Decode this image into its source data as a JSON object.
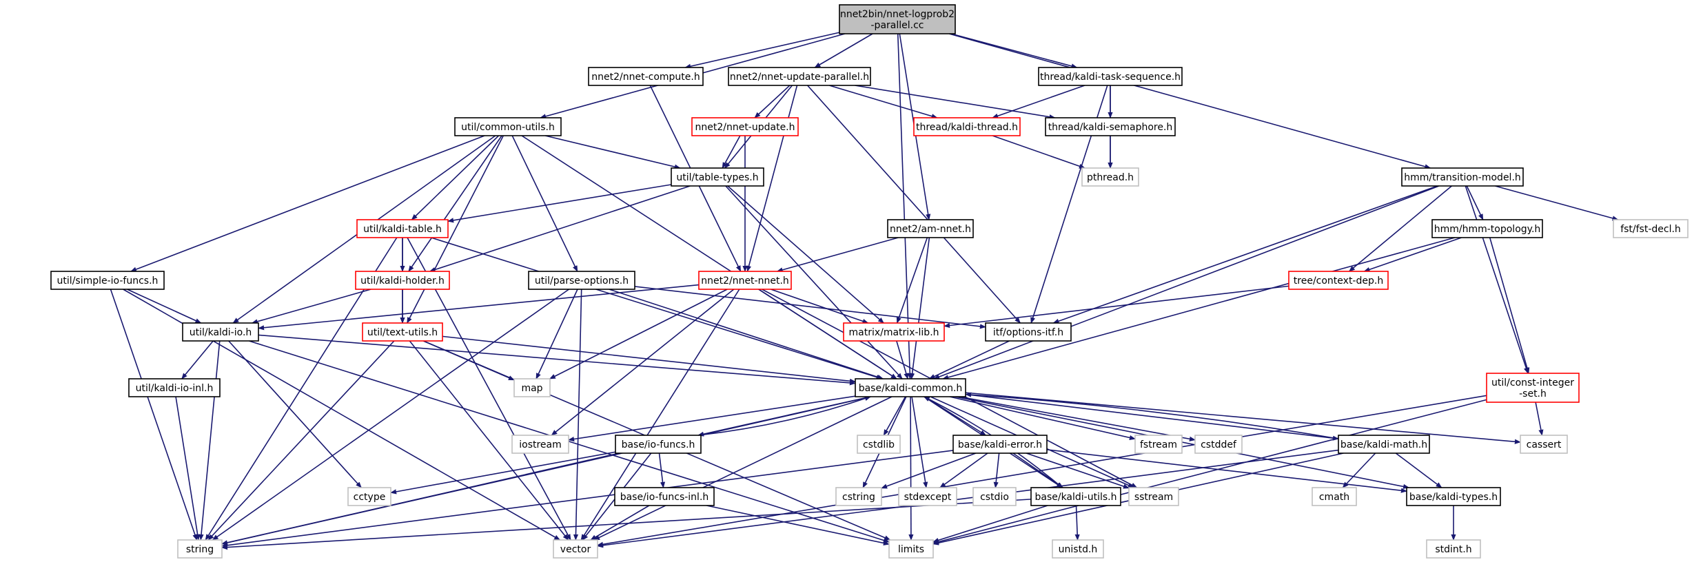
{
  "colors": {
    "edge": "#191970",
    "root_fill": "#bfbfbf",
    "default_border": "#000000",
    "missing_doc_border": "#ff0000",
    "system_header_border": "#bfbfbf",
    "background": "#ffffff"
  },
  "nodes": [
    {
      "id": "root",
      "lines": [
        "nnet2bin/nnet-logprob2",
        "-parallel.cc"
      ],
      "kind": "root"
    },
    {
      "id": "nnet_compute",
      "lines": [
        "nnet2/nnet-compute.h"
      ],
      "kind": "default"
    },
    {
      "id": "nnet_update_parallel",
      "lines": [
        "nnet2/nnet-update-parallel.h"
      ],
      "kind": "default"
    },
    {
      "id": "task_sequence",
      "lines": [
        "thread/kaldi-task-sequence.h"
      ],
      "kind": "default"
    },
    {
      "id": "common_utils",
      "lines": [
        "util/common-utils.h"
      ],
      "kind": "default"
    },
    {
      "id": "nnet_update",
      "lines": [
        "nnet2/nnet-update.h"
      ],
      "kind": "missing"
    },
    {
      "id": "kaldi_thread",
      "lines": [
        "thread/kaldi-thread.h"
      ],
      "kind": "missing"
    },
    {
      "id": "kaldi_semaphore",
      "lines": [
        "thread/kaldi-semaphore.h"
      ],
      "kind": "default"
    },
    {
      "id": "table_types",
      "lines": [
        "util/table-types.h"
      ],
      "kind": "default"
    },
    {
      "id": "pthread",
      "lines": [
        "pthread.h"
      ],
      "kind": "system"
    },
    {
      "id": "transition_model",
      "lines": [
        "hmm/transition-model.h"
      ],
      "kind": "default"
    },
    {
      "id": "kaldi_table",
      "lines": [
        "util/kaldi-table.h"
      ],
      "kind": "missing"
    },
    {
      "id": "am_nnet",
      "lines": [
        "nnet2/am-nnet.h"
      ],
      "kind": "default"
    },
    {
      "id": "hmm_topology",
      "lines": [
        "hmm/hmm-topology.h"
      ],
      "kind": "default"
    },
    {
      "id": "fst_decl",
      "lines": [
        "fst/fst-decl.h"
      ],
      "kind": "system"
    },
    {
      "id": "simple_io_funcs",
      "lines": [
        "util/simple-io-funcs.h"
      ],
      "kind": "default"
    },
    {
      "id": "kaldi_holder",
      "lines": [
        "util/kaldi-holder.h"
      ],
      "kind": "missing"
    },
    {
      "id": "parse_options",
      "lines": [
        "util/parse-options.h"
      ],
      "kind": "default"
    },
    {
      "id": "nnet_nnet",
      "lines": [
        "nnet2/nnet-nnet.h"
      ],
      "kind": "missing"
    },
    {
      "id": "context_dep",
      "lines": [
        "tree/context-dep.h"
      ],
      "kind": "missing"
    },
    {
      "id": "kaldi_io",
      "lines": [
        "util/kaldi-io.h"
      ],
      "kind": "default"
    },
    {
      "id": "text_utils",
      "lines": [
        "util/text-utils.h"
      ],
      "kind": "missing"
    },
    {
      "id": "matrix_lib",
      "lines": [
        "matrix/matrix-lib.h"
      ],
      "kind": "missing"
    },
    {
      "id": "options_itf",
      "lines": [
        "itf/options-itf.h"
      ],
      "kind": "default"
    },
    {
      "id": "kaldi_io_inl",
      "lines": [
        "util/kaldi-io-inl.h"
      ],
      "kind": "default"
    },
    {
      "id": "map",
      "lines": [
        "map"
      ],
      "kind": "system"
    },
    {
      "id": "kaldi_common",
      "lines": [
        "base/kaldi-common.h"
      ],
      "kind": "default"
    },
    {
      "id": "const_integer_set",
      "lines": [
        "util/const-integer",
        "-set.h"
      ],
      "kind": "missing"
    },
    {
      "id": "iostream",
      "lines": [
        "iostream"
      ],
      "kind": "system"
    },
    {
      "id": "io_funcs",
      "lines": [
        "base/io-funcs.h"
      ],
      "kind": "default"
    },
    {
      "id": "cstdlib",
      "lines": [
        "cstdlib"
      ],
      "kind": "system"
    },
    {
      "id": "kaldi_error",
      "lines": [
        "base/kaldi-error.h"
      ],
      "kind": "default"
    },
    {
      "id": "fstream",
      "lines": [
        "fstream"
      ],
      "kind": "system"
    },
    {
      "id": "cstddef",
      "lines": [
        "cstddef"
      ],
      "kind": "system"
    },
    {
      "id": "kaldi_math",
      "lines": [
        "base/kaldi-math.h"
      ],
      "kind": "default"
    },
    {
      "id": "cassert",
      "lines": [
        "cassert"
      ],
      "kind": "system"
    },
    {
      "id": "cctype",
      "lines": [
        "cctype"
      ],
      "kind": "system"
    },
    {
      "id": "io_funcs_inl",
      "lines": [
        "base/io-funcs-inl.h"
      ],
      "kind": "default"
    },
    {
      "id": "cstring",
      "lines": [
        "cstring"
      ],
      "kind": "system"
    },
    {
      "id": "stdexcept",
      "lines": [
        "stdexcept"
      ],
      "kind": "system"
    },
    {
      "id": "cstdio",
      "lines": [
        "cstdio"
      ],
      "kind": "system"
    },
    {
      "id": "kaldi_utils",
      "lines": [
        "base/kaldi-utils.h"
      ],
      "kind": "default"
    },
    {
      "id": "sstream",
      "lines": [
        "sstream"
      ],
      "kind": "system"
    },
    {
      "id": "cmath",
      "lines": [
        "cmath"
      ],
      "kind": "system"
    },
    {
      "id": "kaldi_types",
      "lines": [
        "base/kaldi-types.h"
      ],
      "kind": "default"
    },
    {
      "id": "string",
      "lines": [
        "string"
      ],
      "kind": "system"
    },
    {
      "id": "vector",
      "lines": [
        "vector"
      ],
      "kind": "system"
    },
    {
      "id": "limits",
      "lines": [
        "limits"
      ],
      "kind": "system"
    },
    {
      "id": "unistd",
      "lines": [
        "unistd.h"
      ],
      "kind": "system"
    },
    {
      "id": "stdint",
      "lines": [
        "stdint.h"
      ],
      "kind": "system"
    }
  ],
  "edges": [
    [
      "root",
      "nnet_compute"
    ],
    [
      "root",
      "nnet_update_parallel"
    ],
    [
      "root",
      "task_sequence"
    ],
    [
      "root",
      "common_utils"
    ],
    [
      "root",
      "am_nnet"
    ],
    [
      "root",
      "transition_model"
    ],
    [
      "root",
      "kaldi_common"
    ],
    [
      "nnet_compute",
      "nnet_nnet"
    ],
    [
      "nnet_update_parallel",
      "nnet_update"
    ],
    [
      "nnet_update_parallel",
      "kaldi_thread"
    ],
    [
      "nnet_update_parallel",
      "kaldi_semaphore"
    ],
    [
      "nnet_update_parallel",
      "table_types"
    ],
    [
      "nnet_update_parallel",
      "nnet_nnet"
    ],
    [
      "nnet_update_parallel",
      "options_itf"
    ],
    [
      "task_sequence",
      "kaldi_thread"
    ],
    [
      "task_sequence",
      "kaldi_semaphore"
    ],
    [
      "task_sequence",
      "pthread"
    ],
    [
      "task_sequence",
      "options_itf"
    ],
    [
      "kaldi_thread",
      "pthread"
    ],
    [
      "kaldi_semaphore",
      "pthread"
    ],
    [
      "nnet_update",
      "table_types"
    ],
    [
      "nnet_update",
      "nnet_nnet"
    ],
    [
      "common_utils",
      "table_types"
    ],
    [
      "common_utils",
      "kaldi_table"
    ],
    [
      "common_utils",
      "kaldi_holder"
    ],
    [
      "common_utils",
      "simple_io_funcs"
    ],
    [
      "common_utils",
      "parse_options"
    ],
    [
      "common_utils",
      "kaldi_io"
    ],
    [
      "common_utils",
      "text_utils"
    ],
    [
      "common_utils",
      "kaldi_common"
    ],
    [
      "table_types",
      "kaldi_table"
    ],
    [
      "table_types",
      "kaldi_holder"
    ],
    [
      "table_types",
      "matrix_lib"
    ],
    [
      "table_types",
      "kaldi_common"
    ],
    [
      "kaldi_table",
      "kaldi_holder"
    ],
    [
      "kaldi_table",
      "text_utils"
    ],
    [
      "kaldi_table",
      "string"
    ],
    [
      "kaldi_table",
      "vector"
    ],
    [
      "kaldi_table",
      "kaldi_common"
    ],
    [
      "kaldi_holder",
      "kaldi_io"
    ],
    [
      "kaldi_holder",
      "text_utils"
    ],
    [
      "simple_io_funcs",
      "kaldi_io"
    ],
    [
      "simple_io_funcs",
      "string"
    ],
    [
      "simple_io_funcs",
      "vector"
    ],
    [
      "parse_options",
      "map"
    ],
    [
      "parse_options",
      "string"
    ],
    [
      "parse_options",
      "vector"
    ],
    [
      "parse_options",
      "kaldi_common"
    ],
    [
      "parse_options",
      "options_itf"
    ],
    [
      "kaldi_io",
      "kaldi_io_inl"
    ],
    [
      "kaldi_io",
      "kaldi_common"
    ],
    [
      "kaldi_io",
      "cctype"
    ],
    [
      "kaldi_io",
      "string"
    ],
    [
      "kaldi_io",
      "limits"
    ],
    [
      "kaldi_io_inl",
      "string"
    ],
    [
      "text_utils",
      "map"
    ],
    [
      "text_utils",
      "string"
    ],
    [
      "text_utils",
      "vector"
    ],
    [
      "text_utils",
      "limits"
    ],
    [
      "text_utils",
      "kaldi_common"
    ],
    [
      "am_nnet",
      "nnet_nnet"
    ],
    [
      "am_nnet",
      "matrix_lib"
    ],
    [
      "am_nnet",
      "kaldi_common"
    ],
    [
      "nnet_nnet",
      "kaldi_io"
    ],
    [
      "nnet_nnet",
      "matrix_lib"
    ],
    [
      "nnet_nnet",
      "kaldi_common"
    ],
    [
      "nnet_nnet",
      "map"
    ],
    [
      "nnet_nnet",
      "iostream"
    ],
    [
      "nnet_nnet",
      "vector"
    ],
    [
      "nnet_nnet",
      "sstream"
    ],
    [
      "transition_model",
      "hmm_topology"
    ],
    [
      "transition_model",
      "context_dep"
    ],
    [
      "transition_model",
      "fst_decl"
    ],
    [
      "transition_model",
      "const_integer_set"
    ],
    [
      "transition_model",
      "options_itf"
    ],
    [
      "transition_model",
      "kaldi_common"
    ],
    [
      "hmm_topology",
      "context_dep"
    ],
    [
      "hmm_topology",
      "const_integer_set"
    ],
    [
      "hmm_topology",
      "kaldi_common"
    ],
    [
      "context_dep",
      "matrix_lib"
    ],
    [
      "matrix_lib",
      "kaldi_common"
    ],
    [
      "options_itf",
      "kaldi_common"
    ],
    [
      "const_integer_set",
      "cassert"
    ],
    [
      "const_integer_set",
      "vector"
    ],
    [
      "const_integer_set",
      "limits"
    ],
    [
      "kaldi_common",
      "iostream"
    ],
    [
      "kaldi_common",
      "io_funcs"
    ],
    [
      "kaldi_common",
      "cstdlib"
    ],
    [
      "kaldi_common",
      "kaldi_error"
    ],
    [
      "kaldi_common",
      "fstream"
    ],
    [
      "kaldi_common",
      "cstddef"
    ],
    [
      "kaldi_common",
      "kaldi_math"
    ],
    [
      "kaldi_common",
      "cassert"
    ],
    [
      "kaldi_common",
      "cstring"
    ],
    [
      "kaldi_common",
      "stdexcept"
    ],
    [
      "kaldi_common",
      "sstream"
    ],
    [
      "kaldi_common",
      "kaldi_utils"
    ],
    [
      "kaldi_common",
      "kaldi_types"
    ],
    [
      "kaldi_common",
      "string"
    ],
    [
      "kaldi_common",
      "vector"
    ],
    [
      "kaldi_common",
      "limits"
    ],
    [
      "io_funcs",
      "kaldi_common"
    ],
    [
      "io_funcs",
      "io_funcs_inl"
    ],
    [
      "io_funcs",
      "cctype"
    ],
    [
      "io_funcs",
      "string"
    ],
    [
      "io_funcs",
      "vector"
    ],
    [
      "io_funcs_inl",
      "vector"
    ],
    [
      "io_funcs_inl",
      "limits"
    ],
    [
      "kaldi_error",
      "cstring"
    ],
    [
      "kaldi_error",
      "stdexcept"
    ],
    [
      "kaldi_error",
      "cstdio"
    ],
    [
      "kaldi_error",
      "sstream"
    ],
    [
      "kaldi_error",
      "kaldi_utils"
    ],
    [
      "kaldi_error",
      "kaldi_types"
    ],
    [
      "kaldi_error",
      "string"
    ],
    [
      "kaldi_utils",
      "kaldi_common"
    ],
    [
      "kaldi_utils",
      "unistd"
    ],
    [
      "kaldi_utils",
      "limits"
    ],
    [
      "kaldi_utils",
      "string"
    ],
    [
      "kaldi_math",
      "kaldi_common"
    ],
    [
      "kaldi_math",
      "cmath"
    ],
    [
      "kaldi_math",
      "kaldi_types"
    ],
    [
      "kaldi_math",
      "limits"
    ],
    [
      "kaldi_math",
      "vector"
    ],
    [
      "kaldi_types",
      "stdint"
    ]
  ]
}
